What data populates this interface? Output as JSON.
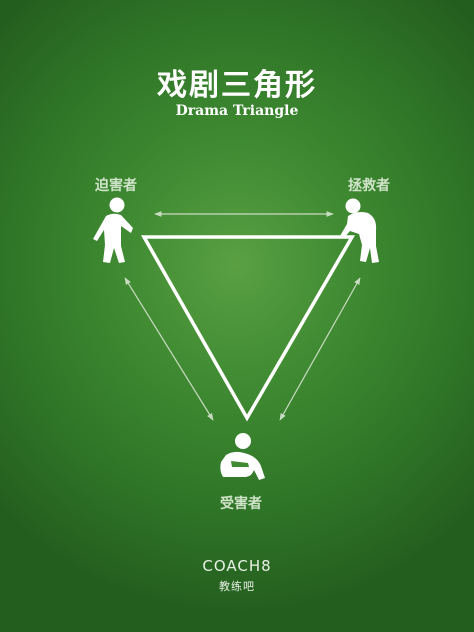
{
  "title": "戏剧三角形",
  "subtitle": "Drama Triangle",
  "roles": {
    "persecutor": "迫害者",
    "rescuer": "拯救者",
    "victim": "受害者"
  },
  "brand": {
    "name": "COACH8",
    "subname": "教练吧"
  },
  "icons": {
    "persecutor": "pointing-person-icon",
    "rescuer": "bending-person-icon",
    "victim": "sitting-person-icon"
  },
  "colors": {
    "background": "#3f8a32",
    "triangle": "#ffffff",
    "arrows": "#c9dcc2",
    "text": "#ffffff"
  }
}
